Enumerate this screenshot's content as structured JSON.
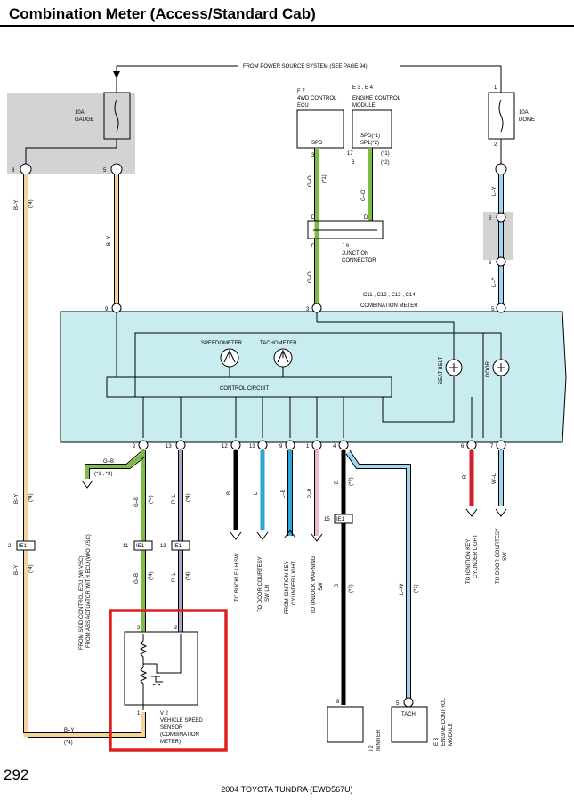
{
  "title": "Combination Meter (Access/Standard Cab)",
  "page_number": "292",
  "footer": "2004 TOYOTA TUNDRA (EWD567U)",
  "colors": {
    "panel": "#c8ecef",
    "shaded_box": "#d3d3d3",
    "highlight": "#e02020",
    "wire_yellow": "#f3d39a",
    "wire_green": "#7dbb47",
    "wire_lightblue": "#9fd8ee",
    "wire_blue": "#2aa7d8",
    "wire_purple": "#b3a3cc",
    "wire_pink": "#f0b7c4",
    "wire_red": "#d2202a",
    "wire_black": "#000000"
  },
  "labels": {
    "power_source": "FROM POWER SOURCE SYSTEM (SEE PAGE 94)",
    "fuse_gauge": [
      "10A",
      "GAUGE"
    ],
    "fuse_dome": [
      "10A",
      "DOME"
    ],
    "f7_code": "F 7",
    "f7_name": [
      "4WD CONTROL",
      "ECU"
    ],
    "f7_pin": "SPD",
    "e3e4": "E 3 , E 4",
    "ecm_name": [
      "ENGINE CONTROL",
      "MODULE"
    ],
    "ecm_pins": [
      "SPD(*1)",
      "SP1(*2)"
    ],
    "ecm_conn_pins": [
      "17",
      "(*1)",
      "6",
      "(*2)"
    ],
    "j9_code": "J 9",
    "j9_name": [
      "JUNCTION",
      "CONNECTOR"
    ],
    "j9_pin": "D",
    "meter_connectors": "C11 , C12 , C13 , C14",
    "combination_meter": "COMBINATION METER",
    "speedometer": "SPEEDOMETER",
    "tachometer": "TACHOMETER",
    "control_circuit": "CONTROL CIRCUIT",
    "seat_belt": "SEAT BELT",
    "door": "DOOR",
    "skid_note": [
      "FROM SKID CONTROL ECU (W/ VSC)",
      "FROM ABS ACTUATOR WITH ECU (W/O VSC)"
    ],
    "skid_ref": "(*1 ,  *3)",
    "ie1": "IE1",
    "v2_code": "V 2",
    "v2_name": [
      "VEHICLE SPEED",
      "SENSOR",
      "(COMBINATION",
      "METER)"
    ],
    "i2_code": "I 2",
    "i2_name": "IGNITER",
    "tach_pin": "TACH",
    "e3_code": "E 3",
    "e3_name": [
      "ENGINE CONTROL",
      "MODULE"
    ],
    "to_buckle": "TO BUCKLE LH SW",
    "to_door_courtesy_lh": [
      "TO DOOR COURTESY",
      "SW LH"
    ],
    "from_ignition_key": [
      "FROM IGNITION KEY",
      "CYLINDER LIGHT"
    ],
    "to_unlock": [
      "TO UNLOCK WARNING",
      "SW"
    ],
    "to_ignition_key": [
      "TO IGNITION KEY",
      "CYLINDER LIGHT"
    ],
    "to_door_courtesy": [
      "TO DOOR COURTESY",
      "SW"
    ]
  },
  "pins": {
    "p8": "8",
    "p5": "5",
    "p1": "1",
    "p2": "2",
    "p6": "6",
    "p3": "3",
    "p9": "9",
    "p12": "12",
    "p13": "13",
    "p11": "11",
    "p4": "4",
    "p7": "7",
    "p15": "15"
  },
  "wire_codes": {
    "B-Y": "B–Y",
    "G-O": "G–O",
    "L-Y": "L–Y",
    "G-B": "G–B",
    "P-L": "P–L",
    "B": "B",
    "L": "L",
    "L-B": "L–B",
    "P-B": "P–B",
    "R": "R",
    "W-L": "W–L",
    "L-W": "L–W"
  },
  "notes": {
    "n1": "(*1)",
    "n2": "(*2)",
    "n4": "(*4)"
  }
}
